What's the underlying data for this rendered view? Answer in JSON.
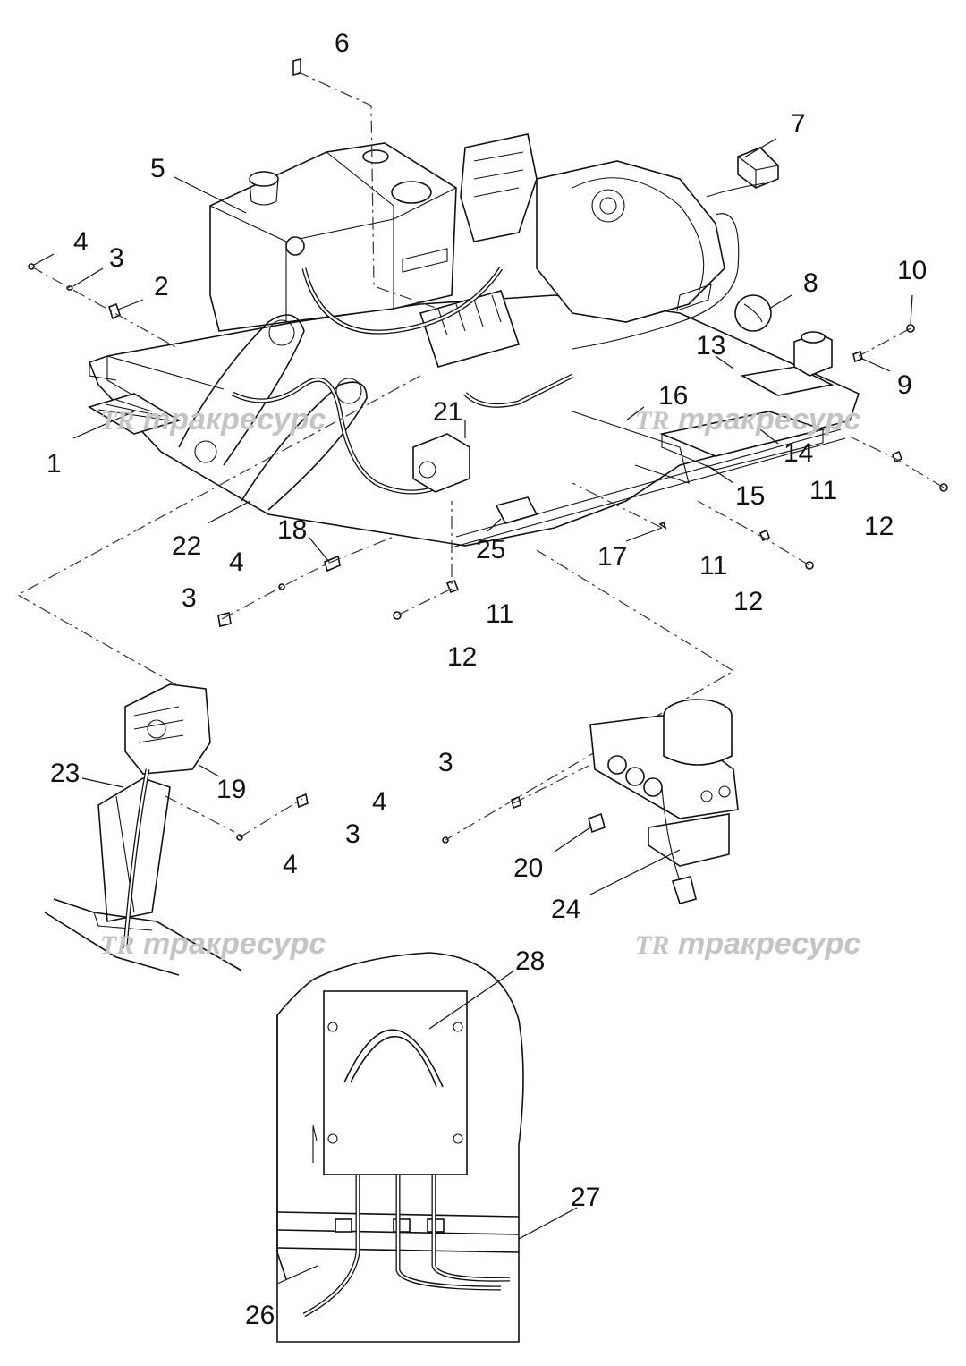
{
  "callouts": [
    {
      "id": "c1",
      "text": "1"
    },
    {
      "id": "c2",
      "text": "2"
    },
    {
      "id": "c3a",
      "text": "3"
    },
    {
      "id": "c3b",
      "text": "3"
    },
    {
      "id": "c3c",
      "text": "3"
    },
    {
      "id": "c3d",
      "text": "3"
    },
    {
      "id": "c4a",
      "text": "4"
    },
    {
      "id": "c4b",
      "text": "4"
    },
    {
      "id": "c4c",
      "text": "4"
    },
    {
      "id": "c4d",
      "text": "4"
    },
    {
      "id": "c5",
      "text": "5"
    },
    {
      "id": "c6",
      "text": "6"
    },
    {
      "id": "c7",
      "text": "7"
    },
    {
      "id": "c8",
      "text": "8"
    },
    {
      "id": "c9",
      "text": "9"
    },
    {
      "id": "c10",
      "text": "10"
    },
    {
      "id": "c11a",
      "text": "11"
    },
    {
      "id": "c11b",
      "text": "11"
    },
    {
      "id": "c11c",
      "text": "11"
    },
    {
      "id": "c12a",
      "text": "12"
    },
    {
      "id": "c12b",
      "text": "12"
    },
    {
      "id": "c12c",
      "text": "12"
    },
    {
      "id": "c13",
      "text": "13"
    },
    {
      "id": "c14",
      "text": "14"
    },
    {
      "id": "c15",
      "text": "15"
    },
    {
      "id": "c16",
      "text": "16"
    },
    {
      "id": "c17",
      "text": "17"
    },
    {
      "id": "c18",
      "text": "18"
    },
    {
      "id": "c19",
      "text": "19"
    },
    {
      "id": "c20",
      "text": "20"
    },
    {
      "id": "c21",
      "text": "21"
    },
    {
      "id": "c22",
      "text": "22"
    },
    {
      "id": "c23",
      "text": "23"
    },
    {
      "id": "c24",
      "text": "24"
    },
    {
      "id": "c25",
      "text": "25"
    },
    {
      "id": "c26",
      "text": "26"
    },
    {
      "id": "c27",
      "text": "27"
    },
    {
      "id": "c28",
      "text": "28"
    }
  ],
  "watermark": {
    "logo": "TR",
    "text": "тракресурс",
    "color": "#c4c4c4"
  },
  "colors": {
    "line": "#111111",
    "background": "#ffffff"
  }
}
